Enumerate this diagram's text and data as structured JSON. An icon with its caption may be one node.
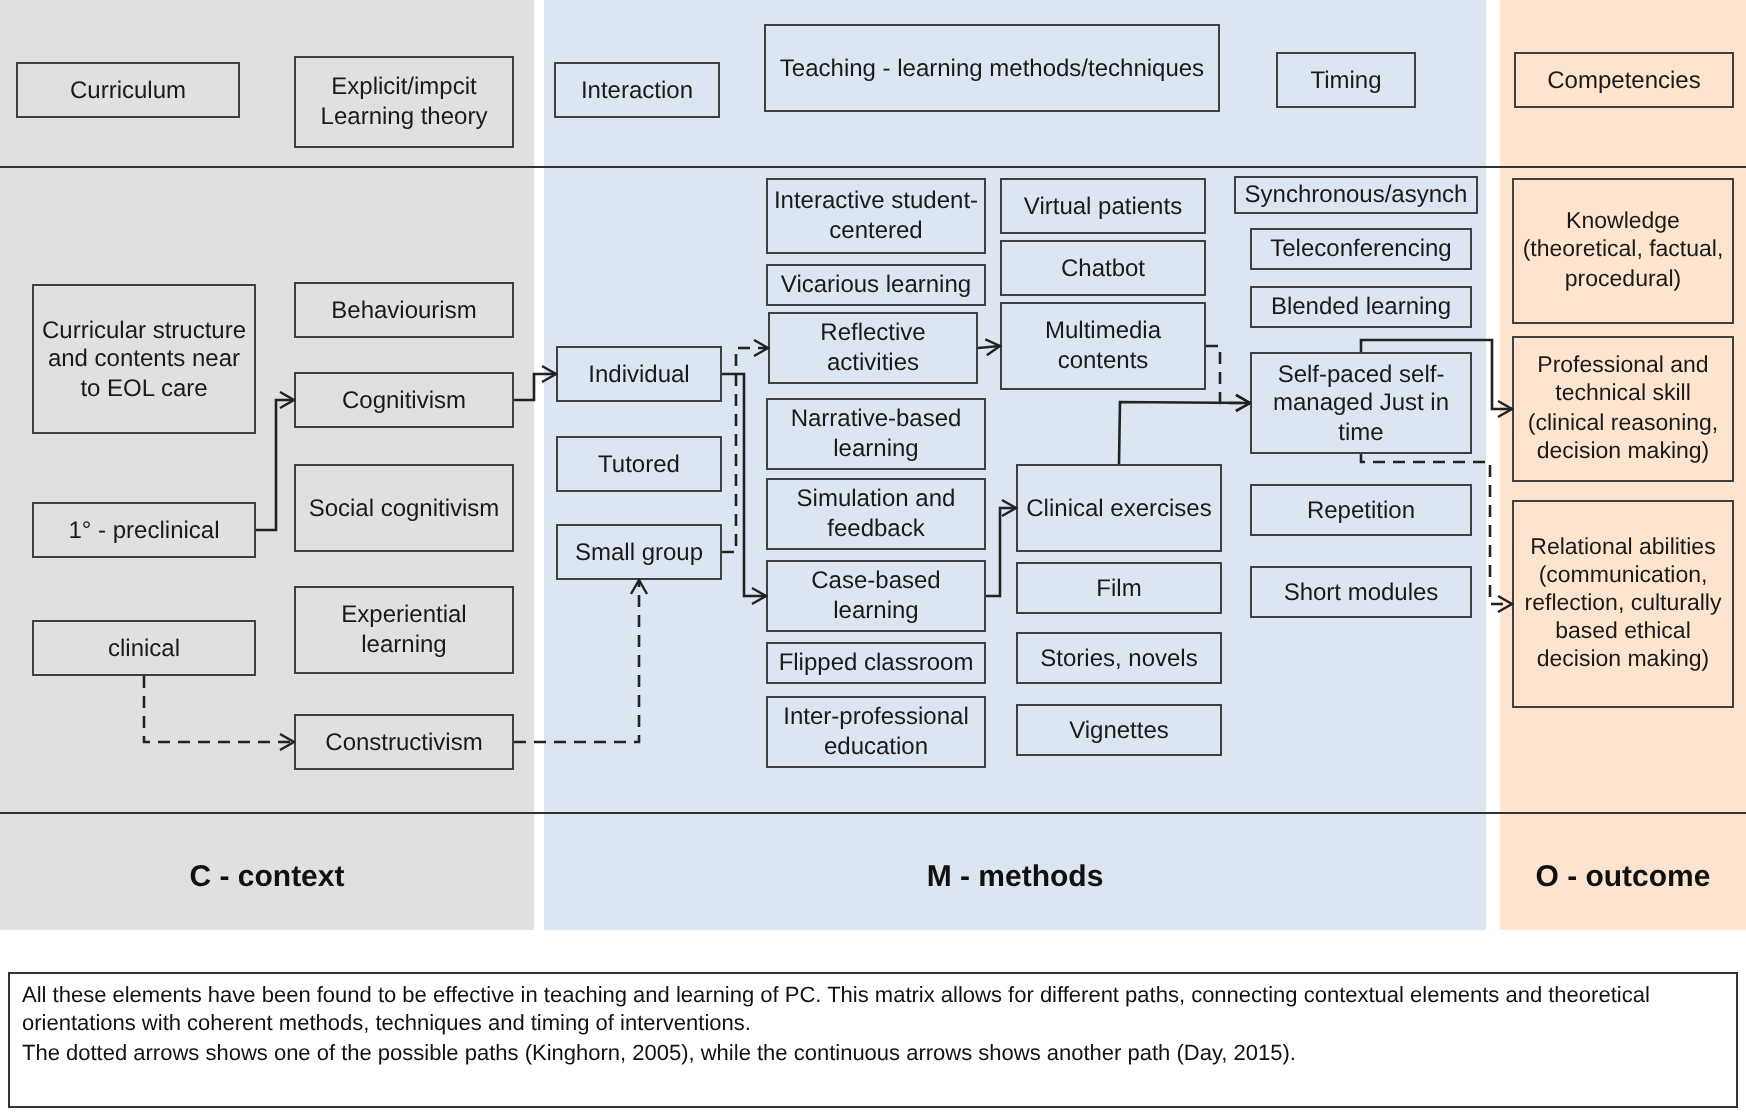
{
  "diagram": {
    "nodes": [
      {
        "text": [
          "C - context"
        ]
      },
      {
        "text": [
          "M - methods"
        ]
      },
      {
        "text": [
          "O - outcome"
        ]
      },
      {
        "text": [
          "Curriculum"
        ],
        "in": 0
      },
      {
        "text": [
          "Explicit/impcit Learning theory"
        ],
        "in": 0
      },
      {
        "text": [
          "Interaction"
        ],
        "in": 1
      },
      {
        "text": [
          "Teaching - learning methods/techniques"
        ],
        "in": 1
      },
      {
        "text": [
          "Timing"
        ],
        "in": 1
      },
      {
        "text": [
          "Competencies"
        ],
        "in": 2
      },
      {
        "text": [
          "Curricular structure and contents near to EOL care"
        ],
        "in": 0
      },
      {
        "text": [
          "Behaviourism"
        ],
        "in": 0
      },
      {
        "text": [
          "Cognitivism"
        ],
        "in": 0
      },
      {
        "text": [
          "1° - preclinical"
        ],
        "in": 0
      },
      {
        "text": [
          "Social cognitivism"
        ],
        "in": 0
      },
      {
        "text": [
          "clinical"
        ],
        "in": 0
      },
      {
        "text": [
          "Experiential learning"
        ],
        "in": 0
      },
      {
        "text": [
          "Constructivism"
        ],
        "in": 0
      },
      {
        "text": [
          "Individual"
        ],
        "in": 1
      },
      {
        "text": [
          "Tutored"
        ],
        "in": 1
      },
      {
        "text": [
          "Small group"
        ],
        "in": 1
      },
      {
        "text": [
          "Interactive student-centered"
        ],
        "in": 1
      },
      {
        "text": [
          "Vicarious learning"
        ],
        "in": 1
      },
      {
        "text": [
          "Reflective activities"
        ],
        "in": 1
      },
      {
        "text": [
          "Narrative-based learning"
        ],
        "in": 1
      },
      {
        "text": [
          "Simulation and feedback"
        ],
        "in": 1
      },
      {
        "text": [
          "Case-based learning"
        ],
        "in": 1
      },
      {
        "text": [
          "Flipped classroom"
        ],
        "in": 1
      },
      {
        "text": [
          "Inter-professional education"
        ],
        "in": 1
      },
      {
        "text": [
          "Virtual patients"
        ],
        "in": 1
      },
      {
        "text": [
          "Chatbot"
        ],
        "in": 1
      },
      {
        "text": [
          "Multimedia contents"
        ],
        "in": 1
      },
      {
        "text": [
          "Clinical exercises"
        ],
        "in": 1
      },
      {
        "text": [
          "Film"
        ],
        "in": 1
      },
      {
        "text": [
          "Stories, novels"
        ],
        "in": 1
      },
      {
        "text": [
          "Vignettes"
        ],
        "in": 1
      },
      {
        "text": [
          "Synchronous/asynch"
        ],
        "in": 1
      },
      {
        "text": [
          "Teleconferencing"
        ],
        "in": 1
      },
      {
        "text": [
          "Blended learning"
        ],
        "in": 1
      },
      {
        "text": [
          "Self-paced self-managed Just in time"
        ],
        "in": 1
      },
      {
        "text": [
          "Repetition"
        ],
        "in": 1
      },
      {
        "text": [
          "Short modules"
        ],
        "in": 1
      },
      {
        "text": [
          "Knowledge (theoretical, factual, procedural)"
        ],
        "in": 2
      },
      {
        "text": [
          "Professional and technical skill (clinical reasoning, decision making)"
        ],
        "in": 2
      },
      {
        "text": [
          "Relational abilities (communication, reflection, culturally based ethical decision making)"
        ],
        "in": 2
      },
      {
        "text": [
          "All these elements have been found to be effective  in teaching and learning of PC. This matrix allows for different paths, connecting contextual elements and theoretical orientations with coherent methods, techniques and timing of interventions.",
          "The dotted arrows shows one of the possible paths (Kinghorn, 2005), while the continuous arrows shows another path (Day, 2015)."
        ]
      }
    ],
    "edges": [
      {
        "from": 12,
        "to": 11,
        "arrow": "to"
      },
      {
        "from": 11,
        "to": 17,
        "arrow": "to"
      },
      {
        "from": 17,
        "to": 25,
        "arrow": "to"
      },
      {
        "from": 25,
        "to": 31,
        "arrow": "to"
      },
      {
        "from": 31,
        "to": 38,
        "arrow": "to"
      },
      {
        "from": 38,
        "to": 42,
        "arrow": "to"
      },
      {
        "from": 14,
        "to": 16,
        "arrow": "to",
        "style": "dashed"
      },
      {
        "from": 16,
        "to": 19,
        "arrow": "to",
        "style": "dashed"
      },
      {
        "from": 19,
        "to": 22,
        "arrow": "to",
        "style": "dashed"
      },
      {
        "from": 22,
        "to": 30,
        "arrow": "to"
      },
      {
        "from": 30,
        "to": 38,
        "arrow": "to",
        "style": "dashed"
      },
      {
        "from": 38,
        "to": 43,
        "arrow": "to",
        "style": "dashed"
      }
    ]
  }
}
